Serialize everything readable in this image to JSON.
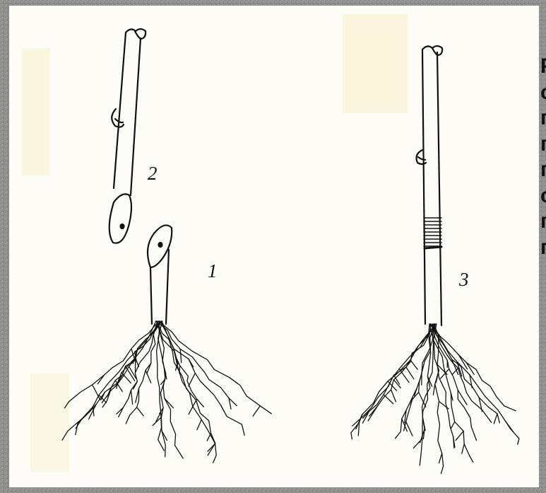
{
  "figure": {
    "labels": {
      "rootstock": "1",
      "scion": "2",
      "grafted": "3"
    }
  },
  "side_text": {
    "lines": [
      "Р",
      "с",
      "п",
      "п",
      "п",
      "с",
      "п",
      "п"
    ]
  },
  "colors": {
    "background": "#8f8f8d",
    "paper": "#fdfcf7",
    "ink": "#111111",
    "faint_patch": "#f7f2cf"
  }
}
